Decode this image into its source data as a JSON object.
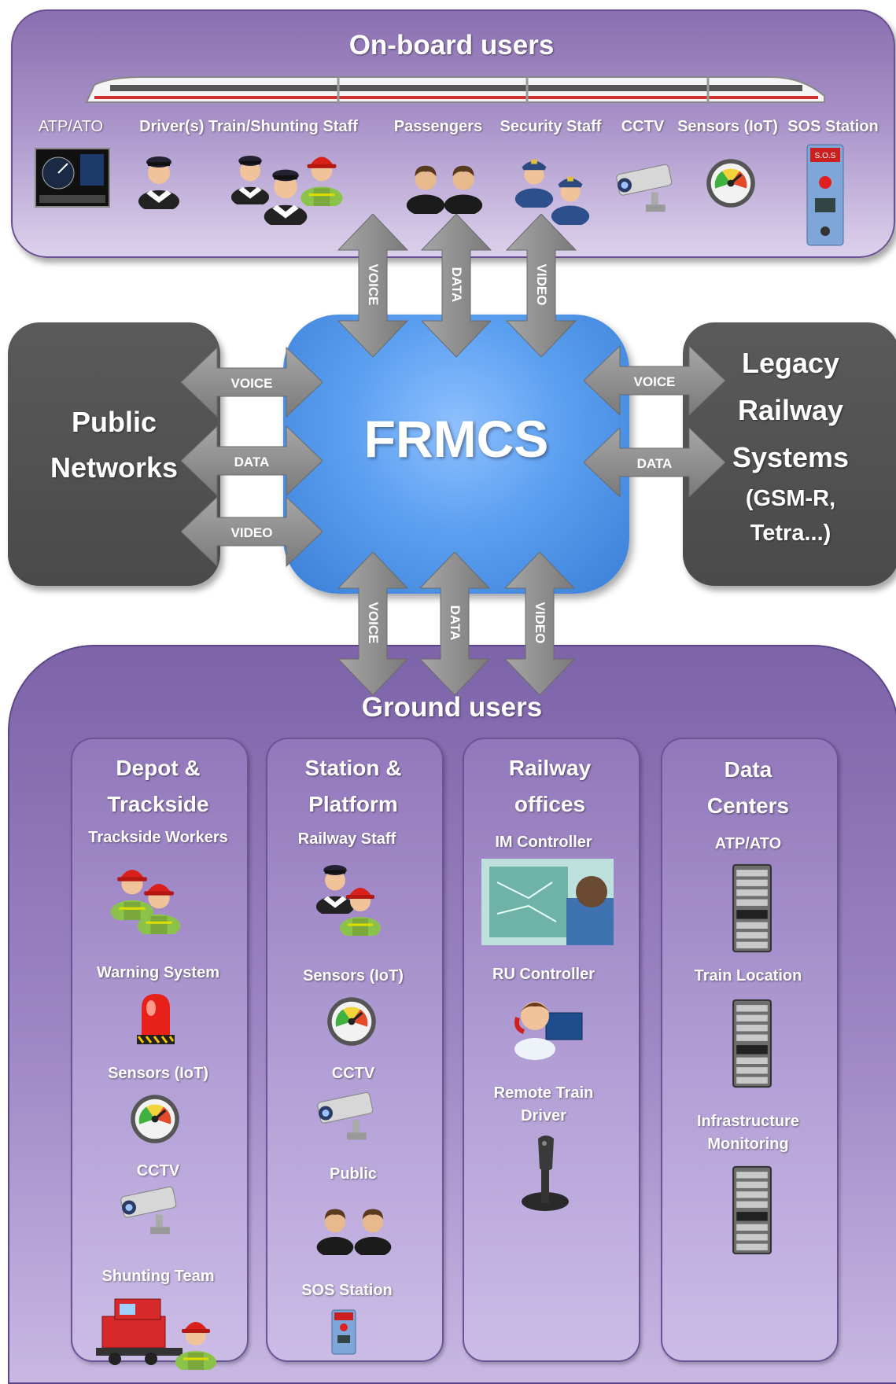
{
  "onboard": {
    "title": "On-board users",
    "users": [
      "ATP/ATO",
      "Driver(s) Train/Shunting Staff",
      "Passengers",
      "Security Staff",
      "CCTV",
      "Sensors (IoT)",
      "SOS Station"
    ]
  },
  "center": {
    "title": "FRMCS"
  },
  "public_networks": {
    "line1": "Public",
    "line2": "Networks",
    "arrows": [
      "VOICE",
      "DATA",
      "VIDEO"
    ]
  },
  "legacy": {
    "line1": "Legacy",
    "line2": "Railway",
    "line3": "Systems",
    "line4": "(GSM-R,",
    "line5": "Tetra...)",
    "arrows": [
      "VOICE",
      "DATA"
    ]
  },
  "vertical_top_arrows": [
    "VOICE",
    "DATA",
    "VIDEO"
  ],
  "vertical_bottom_arrows": [
    "VOICE",
    "DATA",
    "VIDEO"
  ],
  "ground": {
    "title": "Ground users",
    "columns": [
      {
        "title1": "Depot &",
        "title2": "Trackside",
        "items": [
          "Trackside Workers",
          "Warning System",
          "Sensors (IoT)",
          "CCTV",
          "Shunting Team"
        ]
      },
      {
        "title1": "Station &",
        "title2": "Platform",
        "items": [
          "Railway Staff",
          "Sensors (IoT)",
          "CCTV",
          "Public",
          "SOS Station"
        ]
      },
      {
        "title1": "Railway",
        "title2": "offices",
        "items": [
          "IM Controller",
          "RU Controller",
          "Remote Train",
          "Driver"
        ]
      },
      {
        "title1": "Data",
        "title2": "Centers",
        "items": [
          "ATP/ATO",
          "Train Location",
          "Infrastructure",
          "Monitoring"
        ]
      }
    ]
  },
  "sos_label": "S.O.S",
  "colors": {
    "purple": "#8a6fb0",
    "gray": "#555555",
    "blue": "#5b9ff0",
    "arrow": "#8d8d8d"
  }
}
